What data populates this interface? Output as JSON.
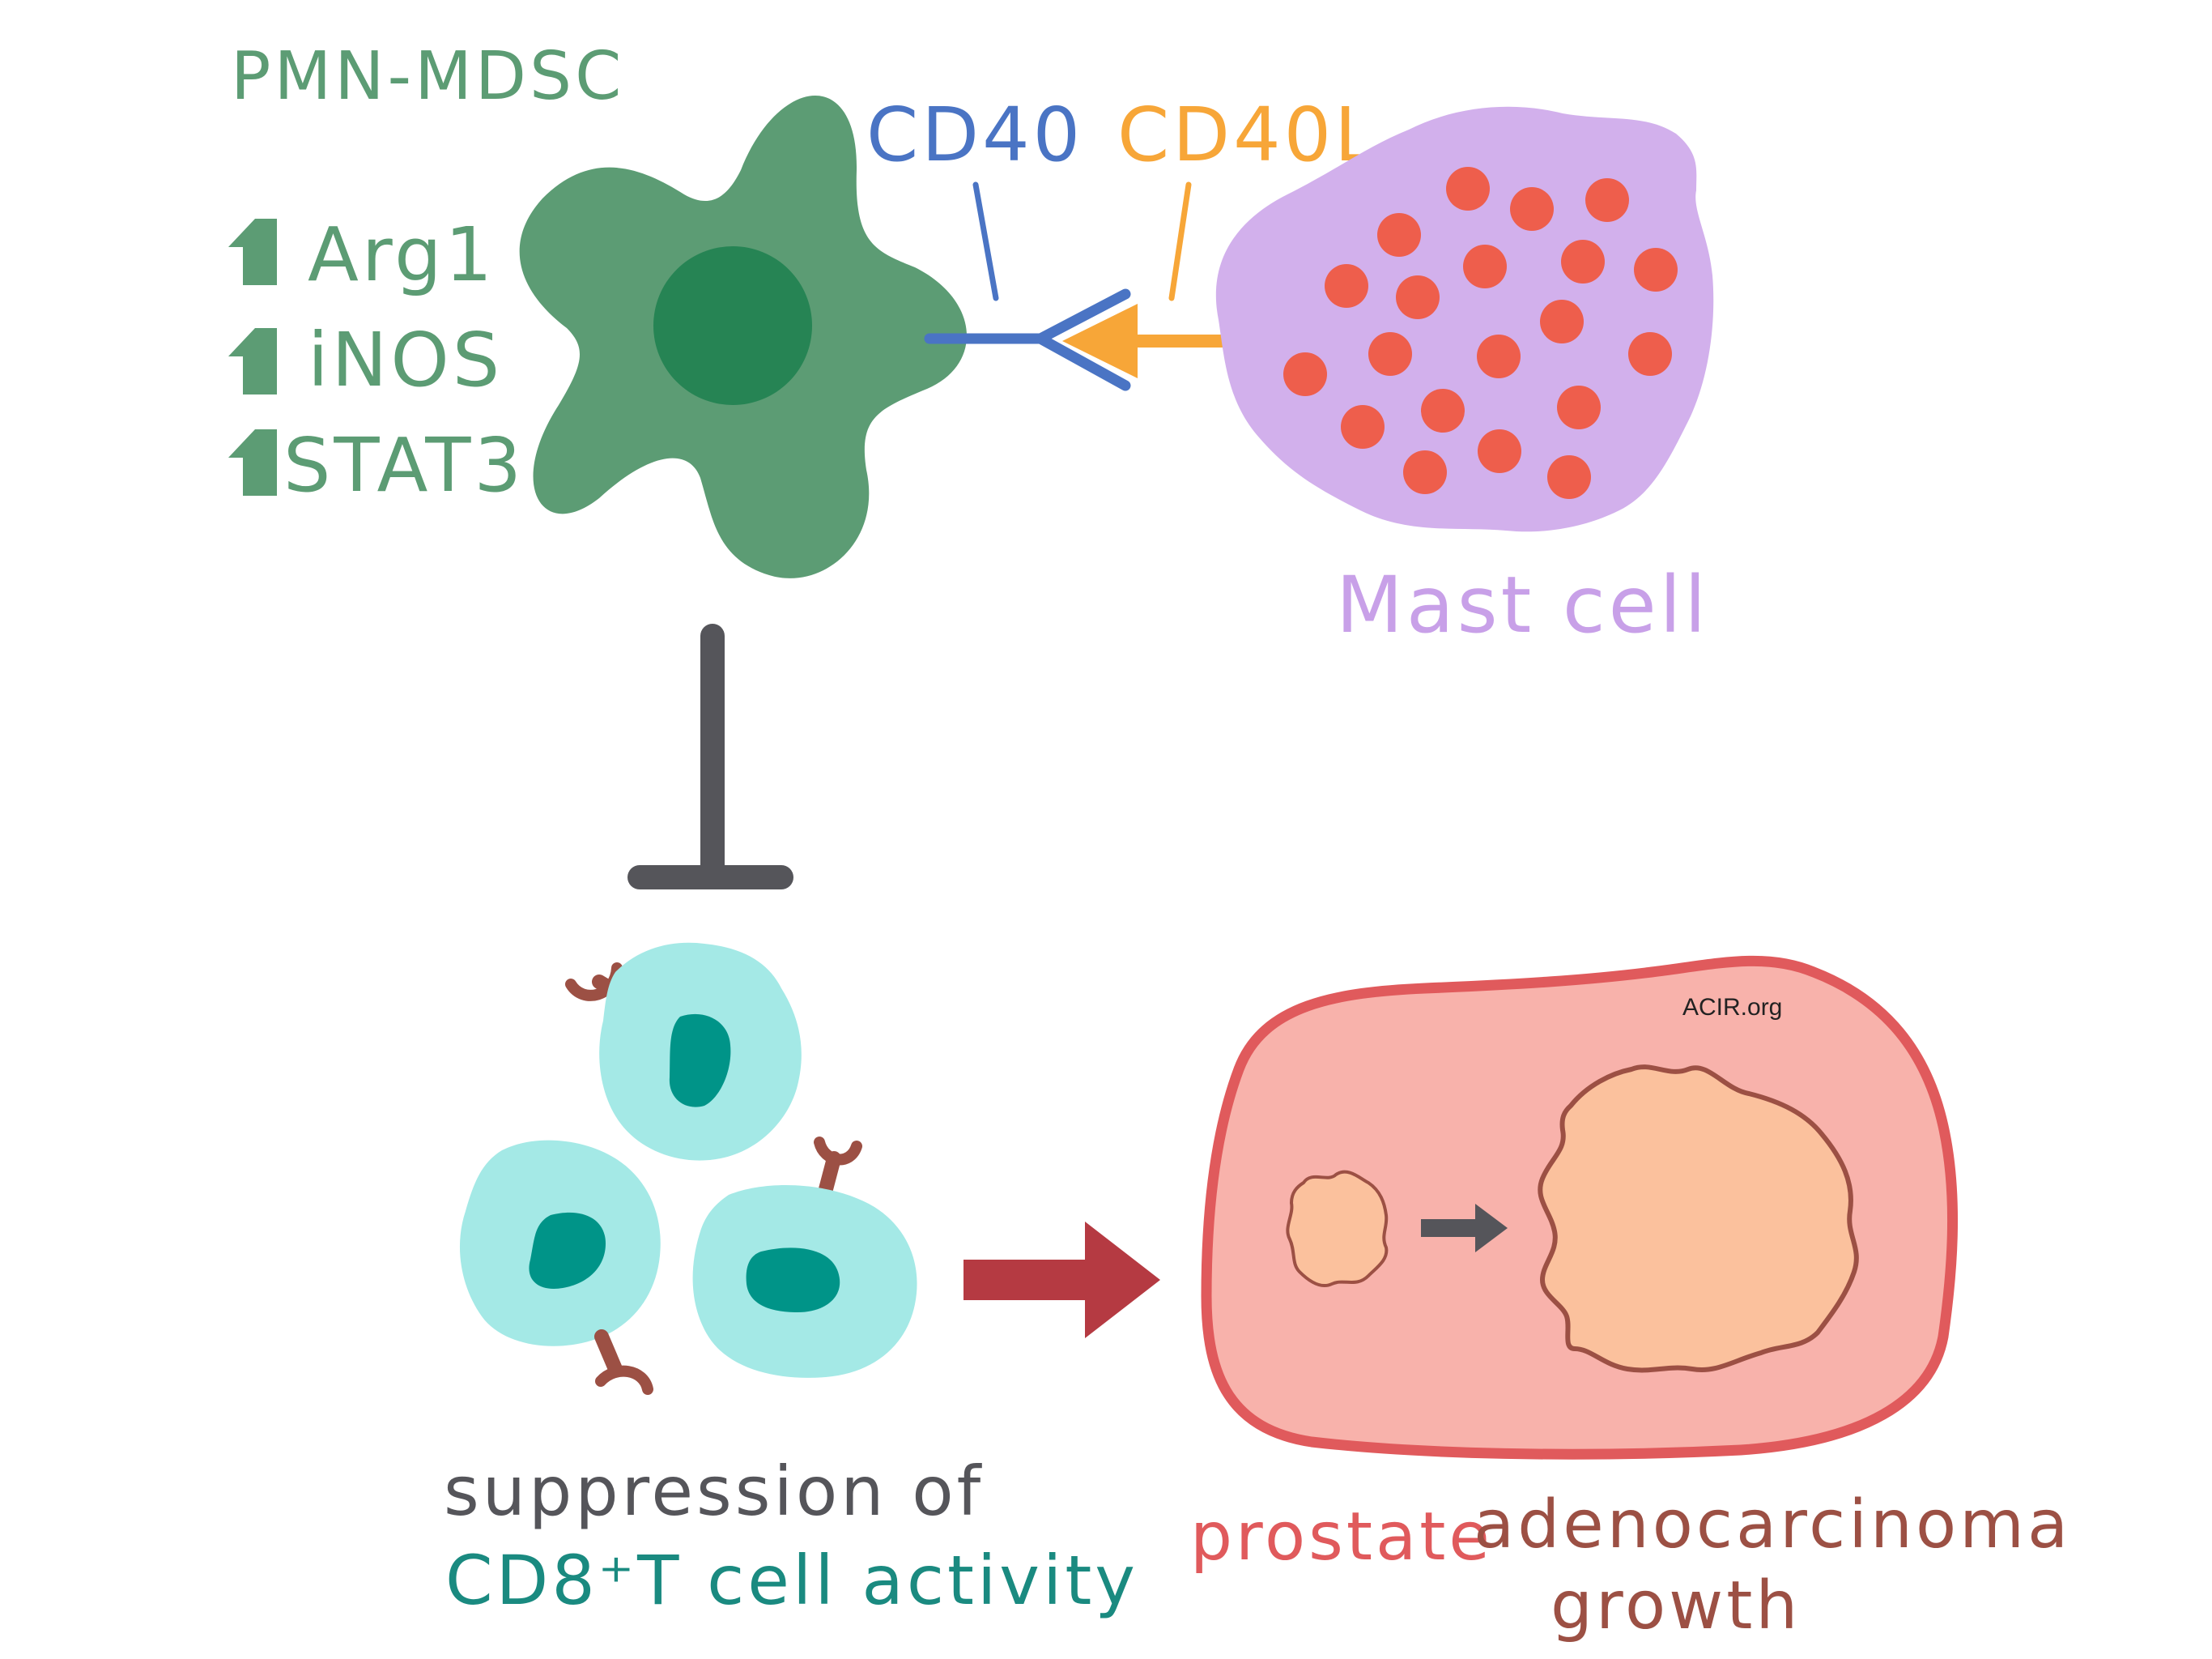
{
  "mdsc": {
    "title": "PMN-MDSC",
    "markers": [
      "Arg1",
      "iNOS",
      "STAT3"
    ]
  },
  "receptor_label": "CD40",
  "ligand_label": "CD40L",
  "mast_cell_label": "Mast cell",
  "tcell_caption": {
    "line1": "suppression of",
    "line2": "CD8⁺T cell activity"
  },
  "tumor_caption": {
    "word1": "prostate",
    "word2": "adenocarcinoma",
    "word3": "growth"
  },
  "watermark": "ACIR.org",
  "colors": {
    "mdsc": "#5c9c74",
    "mdsc_nucleus": "#268454",
    "cd40": "#4a74c4",
    "cd40l": "#f7a638",
    "mast_cell": "#d2b0ec",
    "granule": "#ee5e4c",
    "inhibit": "#55555a",
    "tcell": "#a4e9e6",
    "tcell_nucleus": "#009488",
    "tcr": "#9c5044",
    "arrow_red": "#b53a42",
    "tissue_fill": "#f8b2ab",
    "tissue_border": "#e05a5c",
    "tumor_fill": "#fbc19d",
    "tumor_border": "#9c5044",
    "growth_arrow": "#55555a"
  }
}
